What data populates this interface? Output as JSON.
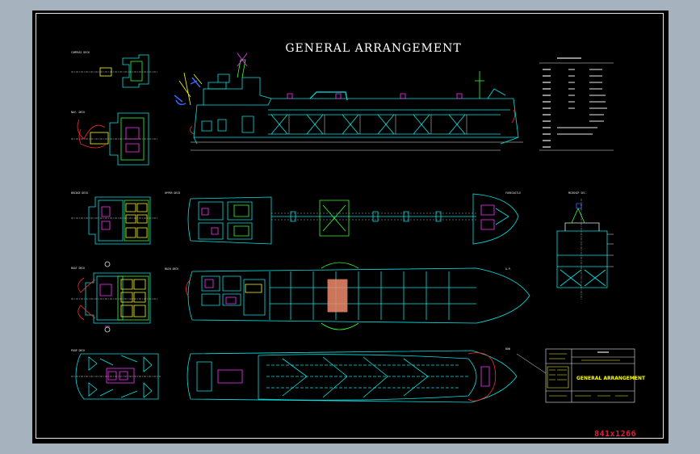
{
  "drawing": {
    "title": "GENERAL ARRANGEMENT",
    "drawing_number": "841x1266"
  },
  "title_block": {
    "title": "GENERAL ARRANGEMENT"
  },
  "colors": {
    "background": "#000000",
    "outer_bg": "#a7b2bf",
    "hull": "#00e6e6",
    "equipment": "#ff33ff",
    "machinery": "#33ff33",
    "revision_cloud": "#ff2a2a",
    "title_block_text": "#ffff00",
    "drawing_number": "#e0203a"
  }
}
